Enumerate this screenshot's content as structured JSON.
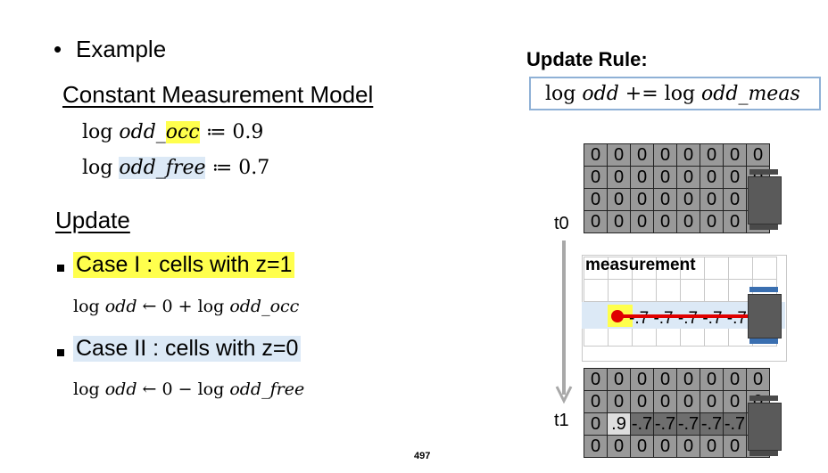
{
  "slide": {
    "bullet": "•",
    "example": "Example",
    "model_heading": "Constant Measurement Model",
    "occ_prefix": "log",
    "occ_var": "odd_",
    "occ_var_hl": "occ",
    "occ_value": "≔ 0.9",
    "free_prefix": "log",
    "free_var": "odd_free",
    "free_value": "≔ 0.7",
    "update_heading": "Update",
    "case1_label": "Case I : cells with z=1",
    "case1_formula_a": "log",
    "case1_formula_b": "odd",
    "case1_formula_c": "← 0 + log",
    "case1_formula_d": "odd_occ",
    "case2_label": "Case II : cells with z=0",
    "case2_formula_a": "log",
    "case2_formula_b": "odd",
    "case2_formula_c": "← 0 − log",
    "case2_formula_d": "odd_free",
    "page_number": "497"
  },
  "update_rule": {
    "title": "Update Rule:",
    "prefix": "log",
    "var1": "odd",
    "op": "+= log",
    "var2": "odd_meas"
  },
  "grid_t0": {
    "label": "t0",
    "rows": [
      [
        "0",
        "0",
        "0",
        "0",
        "0",
        "0",
        "0",
        "0"
      ],
      [
        "0",
        "0",
        "0",
        "0",
        "0",
        "0",
        "0",
        "0"
      ],
      [
        "0",
        "0",
        "0",
        "0",
        "0",
        "0",
        "0",
        "0"
      ],
      [
        "0",
        "0",
        "0",
        "0",
        "0",
        "0",
        "0",
        "0"
      ]
    ]
  },
  "measurement": {
    "label": "measurement",
    "values": "-.7 -.7 -.7 -.7 -.7"
  },
  "grid_t1": {
    "label": "t1",
    "rows": [
      [
        "0",
        "0",
        "0",
        "0",
        "0",
        "0",
        "0",
        "0"
      ],
      [
        "0",
        "0",
        "0",
        "0",
        "0",
        "0",
        "0",
        "0"
      ],
      [
        "0",
        ".9",
        "-.7",
        "-.7",
        "-.7",
        "-.7",
        "-.7",
        "0"
      ],
      [
        "0",
        "0",
        "0",
        "0",
        "0",
        "0",
        "0",
        "0"
      ]
    ]
  },
  "colors": {
    "highlight_yellow": "#ffff4d",
    "highlight_blue": "#dce9f6",
    "rule_border": "#8fb1d6",
    "grid_gray": "#999999",
    "laser_red": "#e00000",
    "robot_body": "#5a5a5a",
    "robot_wheels": "#3a6fb0"
  }
}
